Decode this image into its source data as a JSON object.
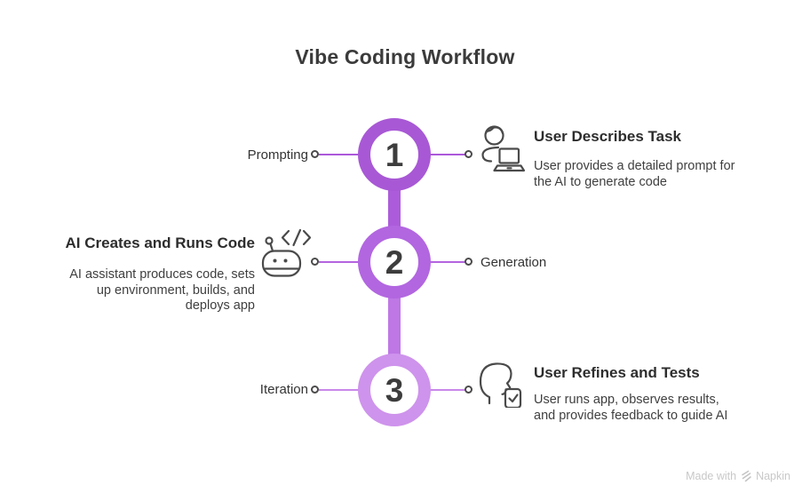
{
  "title": "Vibe Coding Workflow",
  "colors": {
    "step1_ring": "#A858D5",
    "step2_ring": "#B266E0",
    "step3_ring": "#CE93EC",
    "connector_1_2": "#AC5CDA",
    "connector_2_3": "#BE77E5",
    "line_step1": "#AC58DA",
    "line_step2": "#B464DF",
    "line_step3": "#C987E9",
    "heading_text": "#2D2D2D",
    "body_text": "#3F3F3F"
  },
  "steps": [
    {
      "number": "1",
      "side_label": "Prompting",
      "heading": "User Describes Task",
      "description": "User provides a detailed prompt for\nthe AI to generate code",
      "icon": "user-laptop-icon"
    },
    {
      "number": "2",
      "side_label": "Generation",
      "heading": "AI Creates and Runs Code",
      "description": "AI assistant produces code, sets\nup environment, builds, and\ndeploys app",
      "icon": "robot-code-icon"
    },
    {
      "number": "3",
      "side_label": "Iteration",
      "heading": "User Refines and Tests",
      "description": "User runs app, observes results,\nand provides feedback to guide AI",
      "icon": "head-check-icon"
    }
  ],
  "watermark": {
    "prefix": "Made with",
    "brand": "Napkin"
  }
}
